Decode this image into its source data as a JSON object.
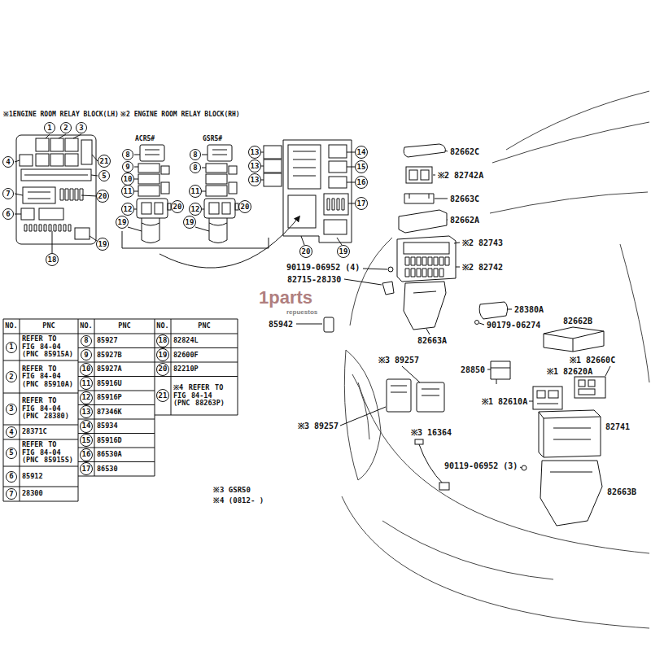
{
  "diagram": {
    "nodes": [
      {
        "text": [
          "1"
        ]
      },
      {
        "text": [
          "2"
        ]
      },
      {
        "text": [
          "3"
        ]
      },
      {
        "text": [
          "4"
        ]
      },
      {
        "text": [
          "21"
        ]
      },
      {
        "text": [
          "5"
        ]
      },
      {
        "text": [
          "20"
        ]
      },
      {
        "text": [
          "7"
        ]
      },
      {
        "text": [
          "6"
        ]
      },
      {
        "text": [
          "19"
        ]
      },
      {
        "text": [
          "18"
        ]
      },
      {
        "text": [
          "8"
        ]
      },
      {
        "text": [
          "9"
        ]
      },
      {
        "text": [
          "10"
        ]
      },
      {
        "text": [
          "11"
        ]
      },
      {
        "text": [
          "12"
        ]
      },
      {
        "text": [
          "19"
        ]
      },
      {
        "text": [
          "20"
        ]
      },
      {
        "text": [
          "8"
        ]
      },
      {
        "text": [
          "8"
        ]
      },
      {
        "text": [
          "11"
        ]
      },
      {
        "text": [
          "12"
        ]
      },
      {
        "text": [
          "19"
        ]
      },
      {
        "text": [
          "20"
        ]
      },
      {
        "text": [
          "13"
        ]
      },
      {
        "text": [
          "13"
        ]
      },
      {
        "text": [
          "13"
        ]
      },
      {
        "text": [
          "14"
        ]
      },
      {
        "text": [
          "15"
        ]
      },
      {
        "text": [
          "16"
        ]
      },
      {
        "text": [
          "17"
        ]
      },
      {
        "text": [
          "19"
        ]
      },
      {
        "text": [
          "20"
        ]
      },
      {
        "text": [
          "1"
        ]
      },
      {
        "text": [
          "2"
        ]
      },
      {
        "text": [
          "3"
        ]
      },
      {
        "text": [
          "4"
        ]
      },
      {
        "text": [
          "5"
        ]
      },
      {
        "text": [
          "6"
        ]
      },
      {
        "text": [
          "7"
        ]
      },
      {
        "text": [
          "8"
        ]
      },
      {
        "text": [
          "9"
        ]
      },
      {
        "text": [
          "10"
        ]
      },
      {
        "text": [
          "11"
        ]
      },
      {
        "text": [
          "12"
        ]
      },
      {
        "text": [
          "13"
        ]
      },
      {
        "text": [
          "14"
        ]
      },
      {
        "text": [
          "15"
        ]
      },
      {
        "text": [
          "16"
        ]
      },
      {
        "text": [
          "17"
        ]
      },
      {
        "text": [
          "18"
        ]
      },
      {
        "text": [
          "19"
        ]
      },
      {
        "text": [
          "20"
        ]
      },
      {
        "text": [
          "21"
        ]
      }
    ],
    "labels": [
      "※1ENGINE ROOM RELAY BLOCK(LH)",
      "※2 ENGINE ROOM RELAY BLOCK(RH)",
      "ACR5#",
      "GSR5#",
      "NO.",
      "PNC",
      "NO.",
      "PNC",
      "NO.",
      "PNC",
      "REFER TO FIG 84-04 (PNC 85915A)",
      "REFER TO FIG 84-04 (PNC 85910A)",
      "REFER TO FIG 84-04 (PNC 28380)",
      "28371C",
      "REFER TO FIG 84-04 (PNC 85915S)",
      "85912",
      "28300",
      "85927",
      "85927B",
      "85927A",
      "85916U",
      "85916P",
      "87346K",
      "85934",
      "85916D",
      "86530A",
      "86530",
      "82824L",
      "82600F",
      "82210P",
      "※4 REFER TO FIG 84-14 (PNC 88263P)",
      "※3 GSR50",
      "※4 (0812- )",
      "82662C",
      "※2 82742A",
      "82663C",
      "82662A",
      "※2 82743",
      "90119-06952 (4)",
      "※2 82742",
      "82715-28J30",
      "28380A",
      "90179-06274",
      "85942",
      "82663A",
      "82662B",
      "※3 89257",
      "※1 82660C",
      "28850",
      "※1 82620A",
      "※1 82610A",
      "※3 89257",
      "※3 16364",
      "82741",
      "90119-06952 (3)",
      "82663B",
      "1parts",
      "repuestos"
    ]
  }
}
